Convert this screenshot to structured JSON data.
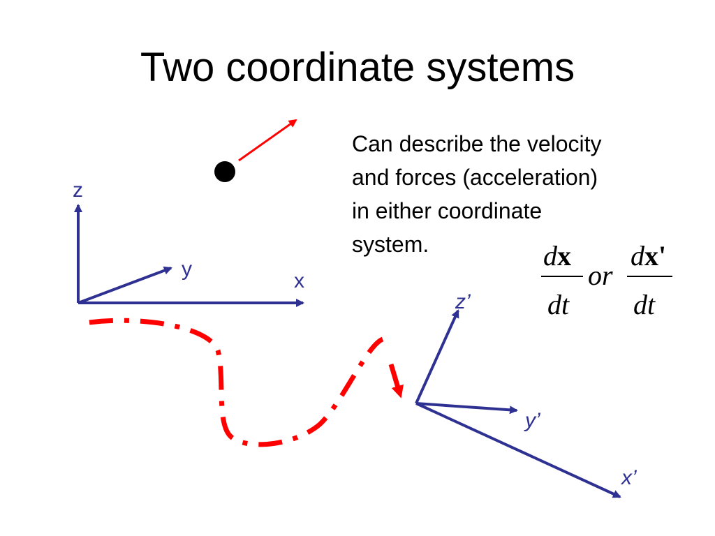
{
  "slide": {
    "title": "Two coordinate systems",
    "description_lines": [
      "Can describe the velocity",
      "and forces (acceleration)",
      "in either coordinate",
      "system."
    ]
  },
  "frame_original": {
    "axis_labels": {
      "x": "x",
      "y": "y",
      "z": "z"
    }
  },
  "frame_primed": {
    "axis_labels": {
      "x": "x’",
      "y": "y’",
      "z": "z’"
    }
  },
  "equation": {
    "left_numerator_d": "d",
    "left_numerator_x": "x",
    "left_denominator": "dt",
    "connector": "or",
    "right_numerator_d": "d",
    "right_numerator_x": "x'",
    "right_denominator": "dt"
  },
  "colors": {
    "axis": "#2e3192",
    "velocity_arrow": "#ff0000",
    "path": "#ff0000",
    "particle": "#000000",
    "text": "#000000"
  }
}
